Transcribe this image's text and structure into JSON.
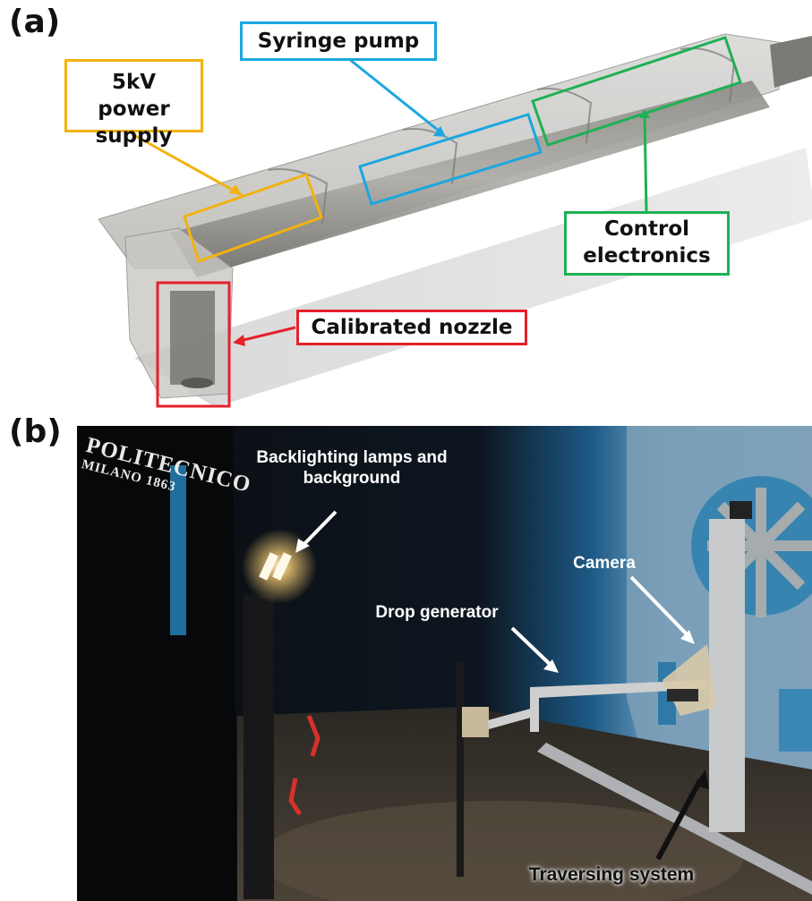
{
  "panel_a": {
    "label": "(a)",
    "callouts": {
      "power_supply": {
        "text": "5kV power supply",
        "color": "#f2b20f"
      },
      "syringe_pump": {
        "text": "Syringe pump",
        "color": "#1aa7e0"
      },
      "control_electronics": {
        "text": "Control electronics",
        "color": "#1db154"
      },
      "calibrated_nozzle": {
        "text": "Calibrated nozzle",
        "color": "#e5202b"
      }
    }
  },
  "panel_b": {
    "label": "(b)",
    "logo": {
      "line1": "POLITECNICO",
      "line2": "MILANO 1863"
    },
    "labels": {
      "backlighting": "Backlighting lamps and background",
      "camera": "Camera",
      "drop_generator": "Drop generator",
      "traversing_system": "Traversing system"
    }
  }
}
